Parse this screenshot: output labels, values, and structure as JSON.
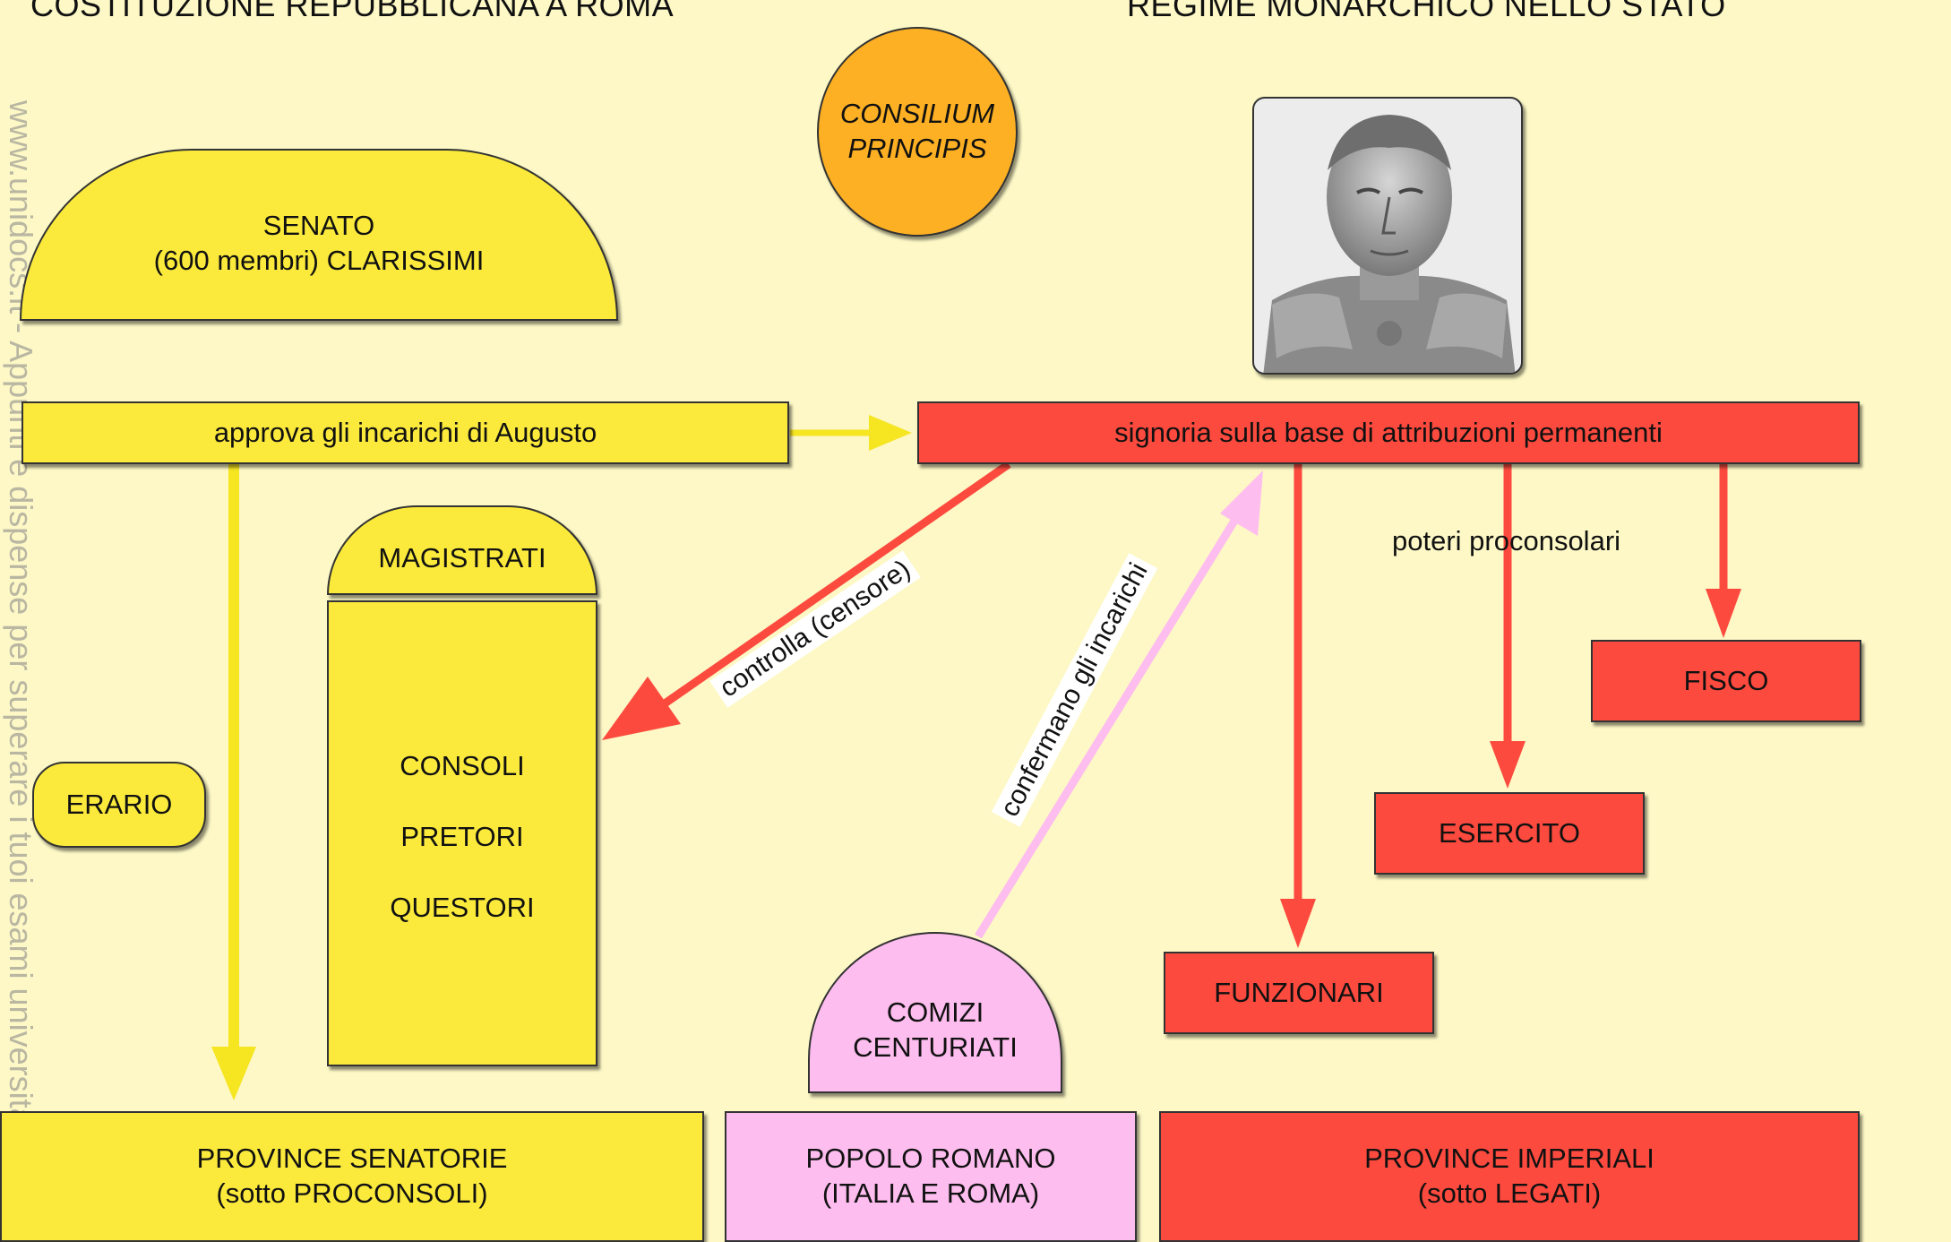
{
  "headings": {
    "left": "COSTITUZIONE REPUBBLICANA A ROMA",
    "right": "REGIME MONARCHICO NELLO STATO"
  },
  "consilium": {
    "line1": "CONSILIUM",
    "line2": "PRINCIPIS"
  },
  "senato": {
    "line1": "SENATO",
    "line2": "(600 membri) CLARISSIMI"
  },
  "approva": "approva gli incarichi di Augusto",
  "signoria": "signoria sulla base di attribuzioni permanenti",
  "magistrati": {
    "title": "MAGISTRATI",
    "items": [
      "CONSOLI",
      "PRETORI",
      "QUESTORI"
    ]
  },
  "erario": "ERARIO",
  "controlla": "controlla (censore)",
  "confermano": "confermano gli incarichi",
  "poteri": "poteri proconsolari",
  "fisco": "FISCO",
  "esercito": "ESERCITO",
  "funzionari": "FUNZIONARI",
  "comizi": {
    "line1": "COMIZI",
    "line2": "CENTURIATI"
  },
  "province_senatorie": {
    "line1": "PROVINCE SENATORIE",
    "line2": "(sotto PROCONSOLI)"
  },
  "popolo_romano": {
    "line1": "POPOLO ROMANO",
    "line2": "(ITALIA E ROMA)"
  },
  "province_imperiali": {
    "line1": "PROVINCE IMPERIALI",
    "line2": "(sotto LEGATI)"
  },
  "watermark_side": "www.unidocs.it - Appunti e dispense per superare i tuoi esami universitari",
  "colors": {
    "background": "#fdf8c6",
    "yellow": "#fbea3c",
    "red": "#fd4a3e",
    "pink": "#fdbdee",
    "orange": "#fdb023"
  }
}
